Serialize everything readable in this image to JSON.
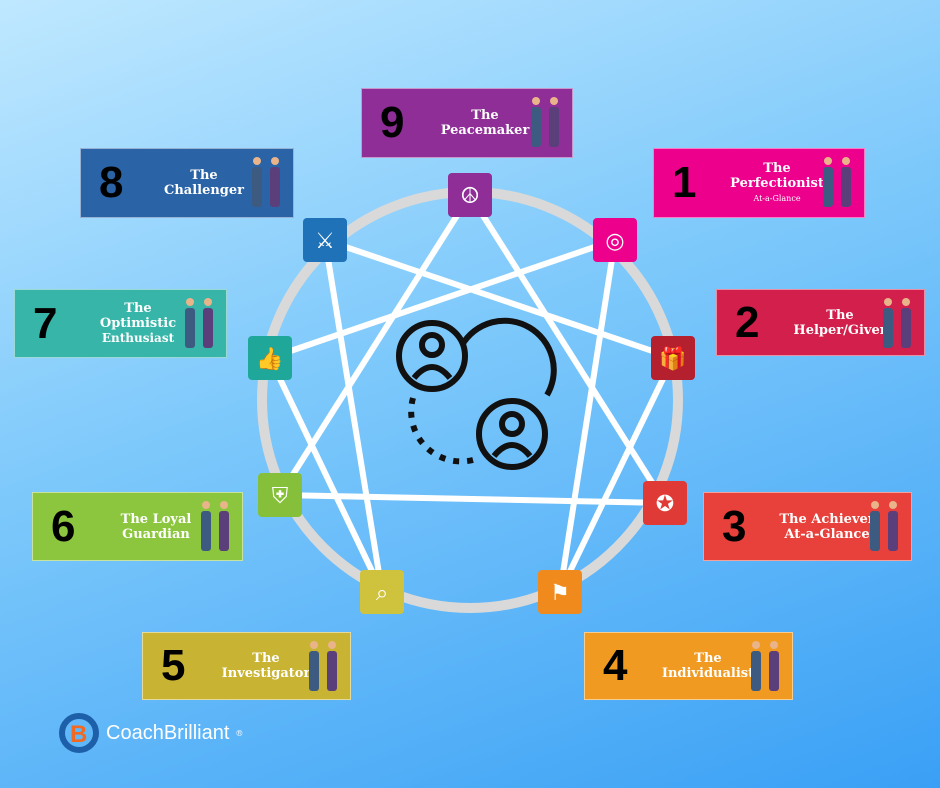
{
  "types": [
    {
      "num": "9",
      "title": "The",
      "title2": "Peacemaker",
      "sub": "",
      "color": "#8e2e96",
      "icon_color": "#8e2e96",
      "icon": "peace-icon",
      "glyph": "☮"
    },
    {
      "num": "1",
      "title": "The",
      "title2": "Perfectionist",
      "sub": "At-a-Glance",
      "color": "#ec008c",
      "icon_color": "#ec008c",
      "icon": "target-icon",
      "glyph": "◎"
    },
    {
      "num": "2",
      "title": "The",
      "title2": "Helper/Giver",
      "sub": "",
      "color": "#d21f4b",
      "icon_color": "#b5202e",
      "icon": "gift-icon",
      "glyph": "🎁"
    },
    {
      "num": "3",
      "title": "The Achiever",
      "title2": "At-a-Glance",
      "sub": "",
      "color": "#e8403a",
      "icon_color": "#e03a36",
      "icon": "award-icon",
      "glyph": "✪"
    },
    {
      "num": "4",
      "title": "The",
      "title2": "Individualist",
      "sub": "",
      "color": "#f09a22",
      "icon_color": "#f08a1c",
      "icon": "individual-icon",
      "glyph": "⚑"
    },
    {
      "num": "5",
      "title": "The",
      "title2": "Investigator",
      "sub": "",
      "color": "#c8b432",
      "icon_color": "#cfc23c",
      "icon": "magnifier-icon",
      "glyph": "⌕"
    },
    {
      "num": "6",
      "title": "The Loyal",
      "title2": "Guardian",
      "sub": "",
      "color": "#8cc63f",
      "icon_color": "#86c03a",
      "icon": "shield-icon",
      "glyph": "⛨"
    },
    {
      "num": "7",
      "title": "The",
      "title2": "Optimistic",
      "sub": "Enthusiast",
      "color": "#36b5a8",
      "icon_color": "#1fa89a",
      "icon": "thumbs-up-icon",
      "glyph": "👍"
    },
    {
      "num": "8",
      "title": "The",
      "title2": "Challenger",
      "sub": "",
      "color": "#2a63a6",
      "icon_color": "#1f72b8",
      "icon": "swords-icon",
      "glyph": "⚔"
    }
  ],
  "logo": {
    "text": "CoachBrilliant",
    "mark": "®"
  }
}
